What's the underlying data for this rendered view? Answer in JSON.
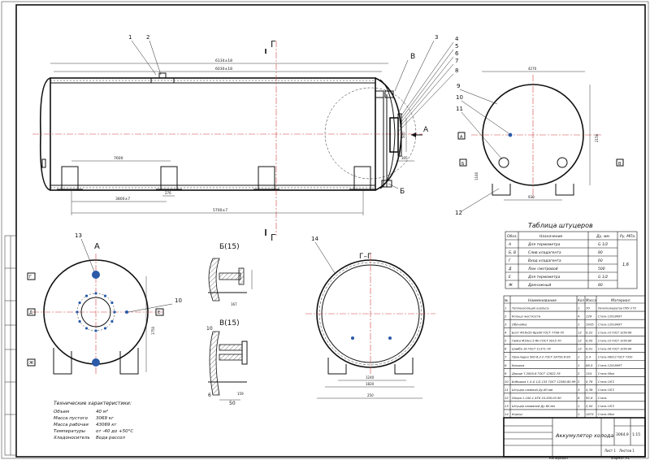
{
  "views": {
    "section_mark": "Г",
    "view_a": "А",
    "view_b15": "Б(15)",
    "view_v15": "В(15)",
    "section_gg": "Г–Г",
    "callout_b": "Б",
    "callout_v": "В",
    "arrow_a": "А"
  },
  "callouts": [
    "1",
    "2",
    "3",
    "4",
    "5",
    "6",
    "7",
    "8",
    "9",
    "10",
    "11",
    "12",
    "13",
    "14",
    "10"
  ],
  "dims": {
    "d_top1": "6134±18",
    "d_top2": "6030±18",
    "d_mid": "7600",
    "d_left": "3800±7",
    "d_276": "276",
    "d_bottom": "5700±7",
    "d_500": "500",
    "d_305": "305",
    "d_2156": "2156",
    "d_4270": "4270",
    "d_1160": "1160",
    "d_930": "930",
    "d_1750": "1750",
    "d_1240": "1240",
    "d_1820": "1820",
    "d_50": "50",
    "d_159": "159",
    "d_167": "167",
    "d_250": "250"
  },
  "nozzle_table": {
    "title": "Таблица штуцеров",
    "headers": [
      "Обоз.",
      "Назначение",
      "Ду, мм",
      "Ру, МПа"
    ],
    "rows": [
      [
        "А",
        "Для термометра",
        "G 1/2"
      ],
      [
        "Б, В",
        "Слив хладагента",
        "80"
      ],
      [
        "Г",
        "Вход хладагента",
        "60"
      ],
      [
        "Д",
        "Люк смотровой",
        "500"
      ],
      [
        "Е",
        "Для термометра",
        "G 1/2"
      ],
      [
        "Ж",
        "Дренажный",
        "80"
      ]
    ],
    "pressure": "1,6"
  },
  "spec_table": {
    "headers": [
      "№",
      "Наименование",
      "Кол",
      "Масса",
      "Материал"
    ],
    "rows": [
      [
        "1",
        "Теплоизоляция корпуса",
        "1",
        "70",
        "Пенополиуретан ППУ-3 ТУ"
      ],
      [
        "2",
        "Кольцо жесткости",
        "4",
        "128",
        "Сталь 12Х18Н9Т"
      ],
      [
        "3",
        "Обечайка",
        "1",
        "1935",
        "Сталь 12Х18Н9Т"
      ],
      [
        "4",
        "Болт М16х55-6gх80 ГОСТ 7798-70",
        "12",
        "0,22",
        "Сталь 10 ГОСТ 1050-88"
      ],
      [
        "5",
        "Гайка М16х1,5-6Н ГОСТ 5915-70",
        "12",
        "0,05",
        "Сталь 10 ГОСТ 1050-88"
      ],
      [
        "6",
        "Шайба 16 ГОСТ 11371-78",
        "12",
        "0,01",
        "Сталь 08 ГОСТ 1050-88"
      ],
      [
        "7",
        "Прокладка 500-6,3-2 ГОСТ 28759.6-90",
        "1",
        "2,4",
        "Сталь 08Х13 ГОСТ 7350"
      ],
      [
        "8",
        "Крышка",
        "1",
        "68,5",
        "Сталь 12Х18Н9Т"
      ],
      [
        "9",
        "Днище Т-2000-6 ГОСТ 12622-78",
        "2",
        "154",
        "Сталь 08кп"
      ],
      [
        "10",
        "Бобышка 1-5-G 1/2-135 ГОСТ 12260.60-99",
        "2",
        "0,76",
        "Сталь 10Г2"
      ],
      [
        "11",
        "Штуцер сливной Ду-80 мм",
        "3",
        "4,39",
        "Сталь 10Г2"
      ],
      [
        "12",
        "Опора 1-100-1 АТК 24.200.03-90",
        "8",
        "92,8",
        "Сталь"
      ],
      [
        "13",
        "Штуцер наливной Ду-60 мм",
        "1",
        "2,50",
        "Сталь 10Г2"
      ],
      [
        "14",
        "Корпус",
        "1",
        "1875",
        "Сталь 08кп"
      ]
    ]
  },
  "title_block": {
    "title": "Аккумулятор холода",
    "mass": "3064,9",
    "scale": "1:15",
    "sheet": "Лист 1",
    "sheets": "Листов 1",
    "format": "Формат А1",
    "copied": "Копировал"
  },
  "specs": {
    "heading": "Технические характеристики:",
    "items": [
      [
        "Объем",
        "40 м³"
      ],
      [
        "Масса пустого",
        "3069 кг"
      ],
      [
        "Масса рабочая",
        "43069 кг"
      ],
      [
        "Температуры",
        "от -40 до +50°С"
      ],
      [
        "Хладоноситель",
        "Вода рассол"
      ]
    ]
  },
  "colors": {
    "axis": "#d04040",
    "point": "#2a5aa8"
  }
}
